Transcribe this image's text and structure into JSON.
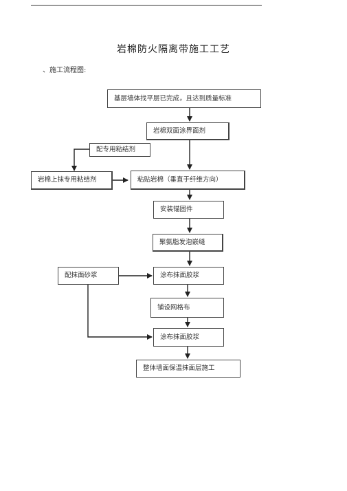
{
  "document": {
    "title": "岩棉防火隔离带施工工艺",
    "section_heading": "、施工流程图:"
  },
  "flowchart": {
    "steps": {
      "base_leveling": "基层墙体找平层已完成，且达到质量标准",
      "interface_agent": "岩棉双面涂界面剂",
      "mix_adhesive": "配专用粘结剂",
      "apply_adhesive": "岩棉上抹专用粘结剂",
      "stick_rockwool": "粘贴岩棉（垂直于纤维方向）",
      "install_anchors": "安装锚固件",
      "foam_sealing": "聚氨脂发泡嵌缝",
      "mix_mortar": "配抹面砂浆",
      "first_mortar_coat": "涂布抹面胶浆",
      "mesh_cloth": "铺设网格布",
      "second_mortar_coat": "涂布抹面胶浆",
      "finish_coat": "整体墙面保温抹面层施工"
    }
  }
}
